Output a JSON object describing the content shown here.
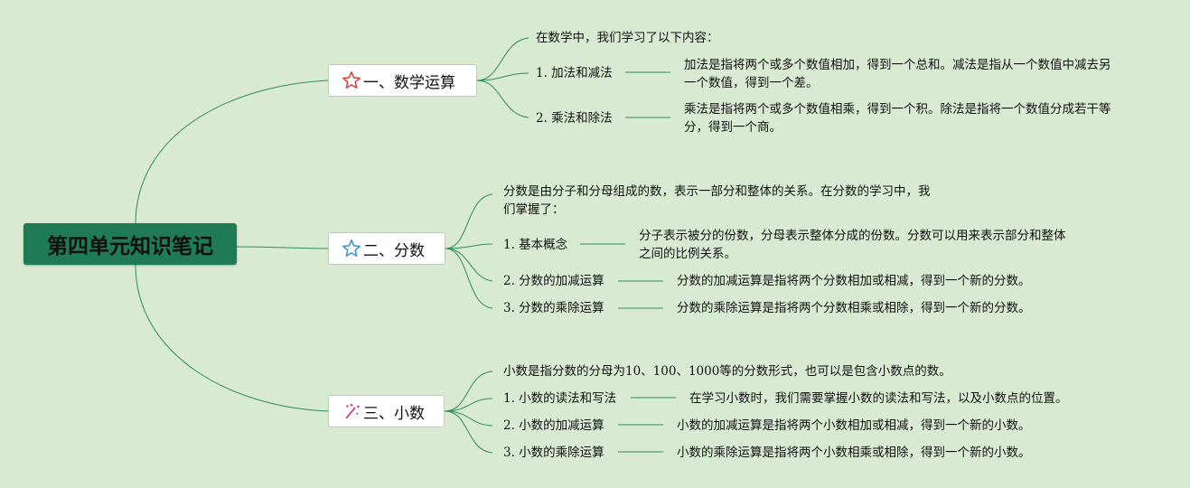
{
  "root": {
    "title": "第四单元知识笔记"
  },
  "branches": [
    {
      "title": "一、数学运算",
      "icon": "star-outline-red-icon",
      "intro": "在数学中，我们学习了以下内容：",
      "items": [
        {
          "label": "1. 加法和减法",
          "desc_l1": "加法是指将两个或多个数值相加，得到一个总和。减法是指从一个数值中减去另",
          "desc_l2": "一个数值，得到一个差。"
        },
        {
          "label": "2. 乘法和除法",
          "desc_l1": "乘法是指将两个或多个数值相乘，得到一个积。除法是指将一个数值分成若干等",
          "desc_l2": "分，得到一个商。"
        }
      ]
    },
    {
      "title": "二、分数",
      "icon": "star-outline-blue-icon",
      "intro_l1": "分数是由分子和分母组成的数，表示一部分和整体的关系。在分数的学习中，我",
      "intro_l2": "们掌握了：",
      "items": [
        {
          "label": "1. 基本概念",
          "desc_l1": "分子表示被分的份数，分母表示整体分成的份数。分数可以用来表示部分和整体",
          "desc_l2": "之间的比例关系。"
        },
        {
          "label": "2. 分数的加减运算",
          "desc": "分数的加减运算是指将两个分数相加或相减，得到一个新的分数。"
        },
        {
          "label": "3. 分数的乘除运算",
          "desc": "分数的乘除运算是指将两个分数相乘或相除，得到一个新的分数。"
        }
      ]
    },
    {
      "title": "三、小数",
      "icon": "magic-wand-sparkle-icon",
      "intro": "小数是指分数的分母为10、100、1000等的分数形式，也可以是包含小数点的数。",
      "items": [
        {
          "label": "1. 小数的读法和写法",
          "desc": "在学习小数时，我们需要掌握小数的读法和写法，以及小数点的位置。"
        },
        {
          "label": "2. 小数的加减运算",
          "desc": "小数的加减运算是指将两个小数相加或相减，得到一个新的小数。"
        },
        {
          "label": "3. 小数的乘除运算",
          "desc": "小数的乘除运算是指将两个小数相乘或相除，得到一个新的小数。"
        }
      ]
    }
  ],
  "colors": {
    "background": "#d9ead3",
    "root_fill": "#1f7b55",
    "connector": "#2e8b57"
  }
}
